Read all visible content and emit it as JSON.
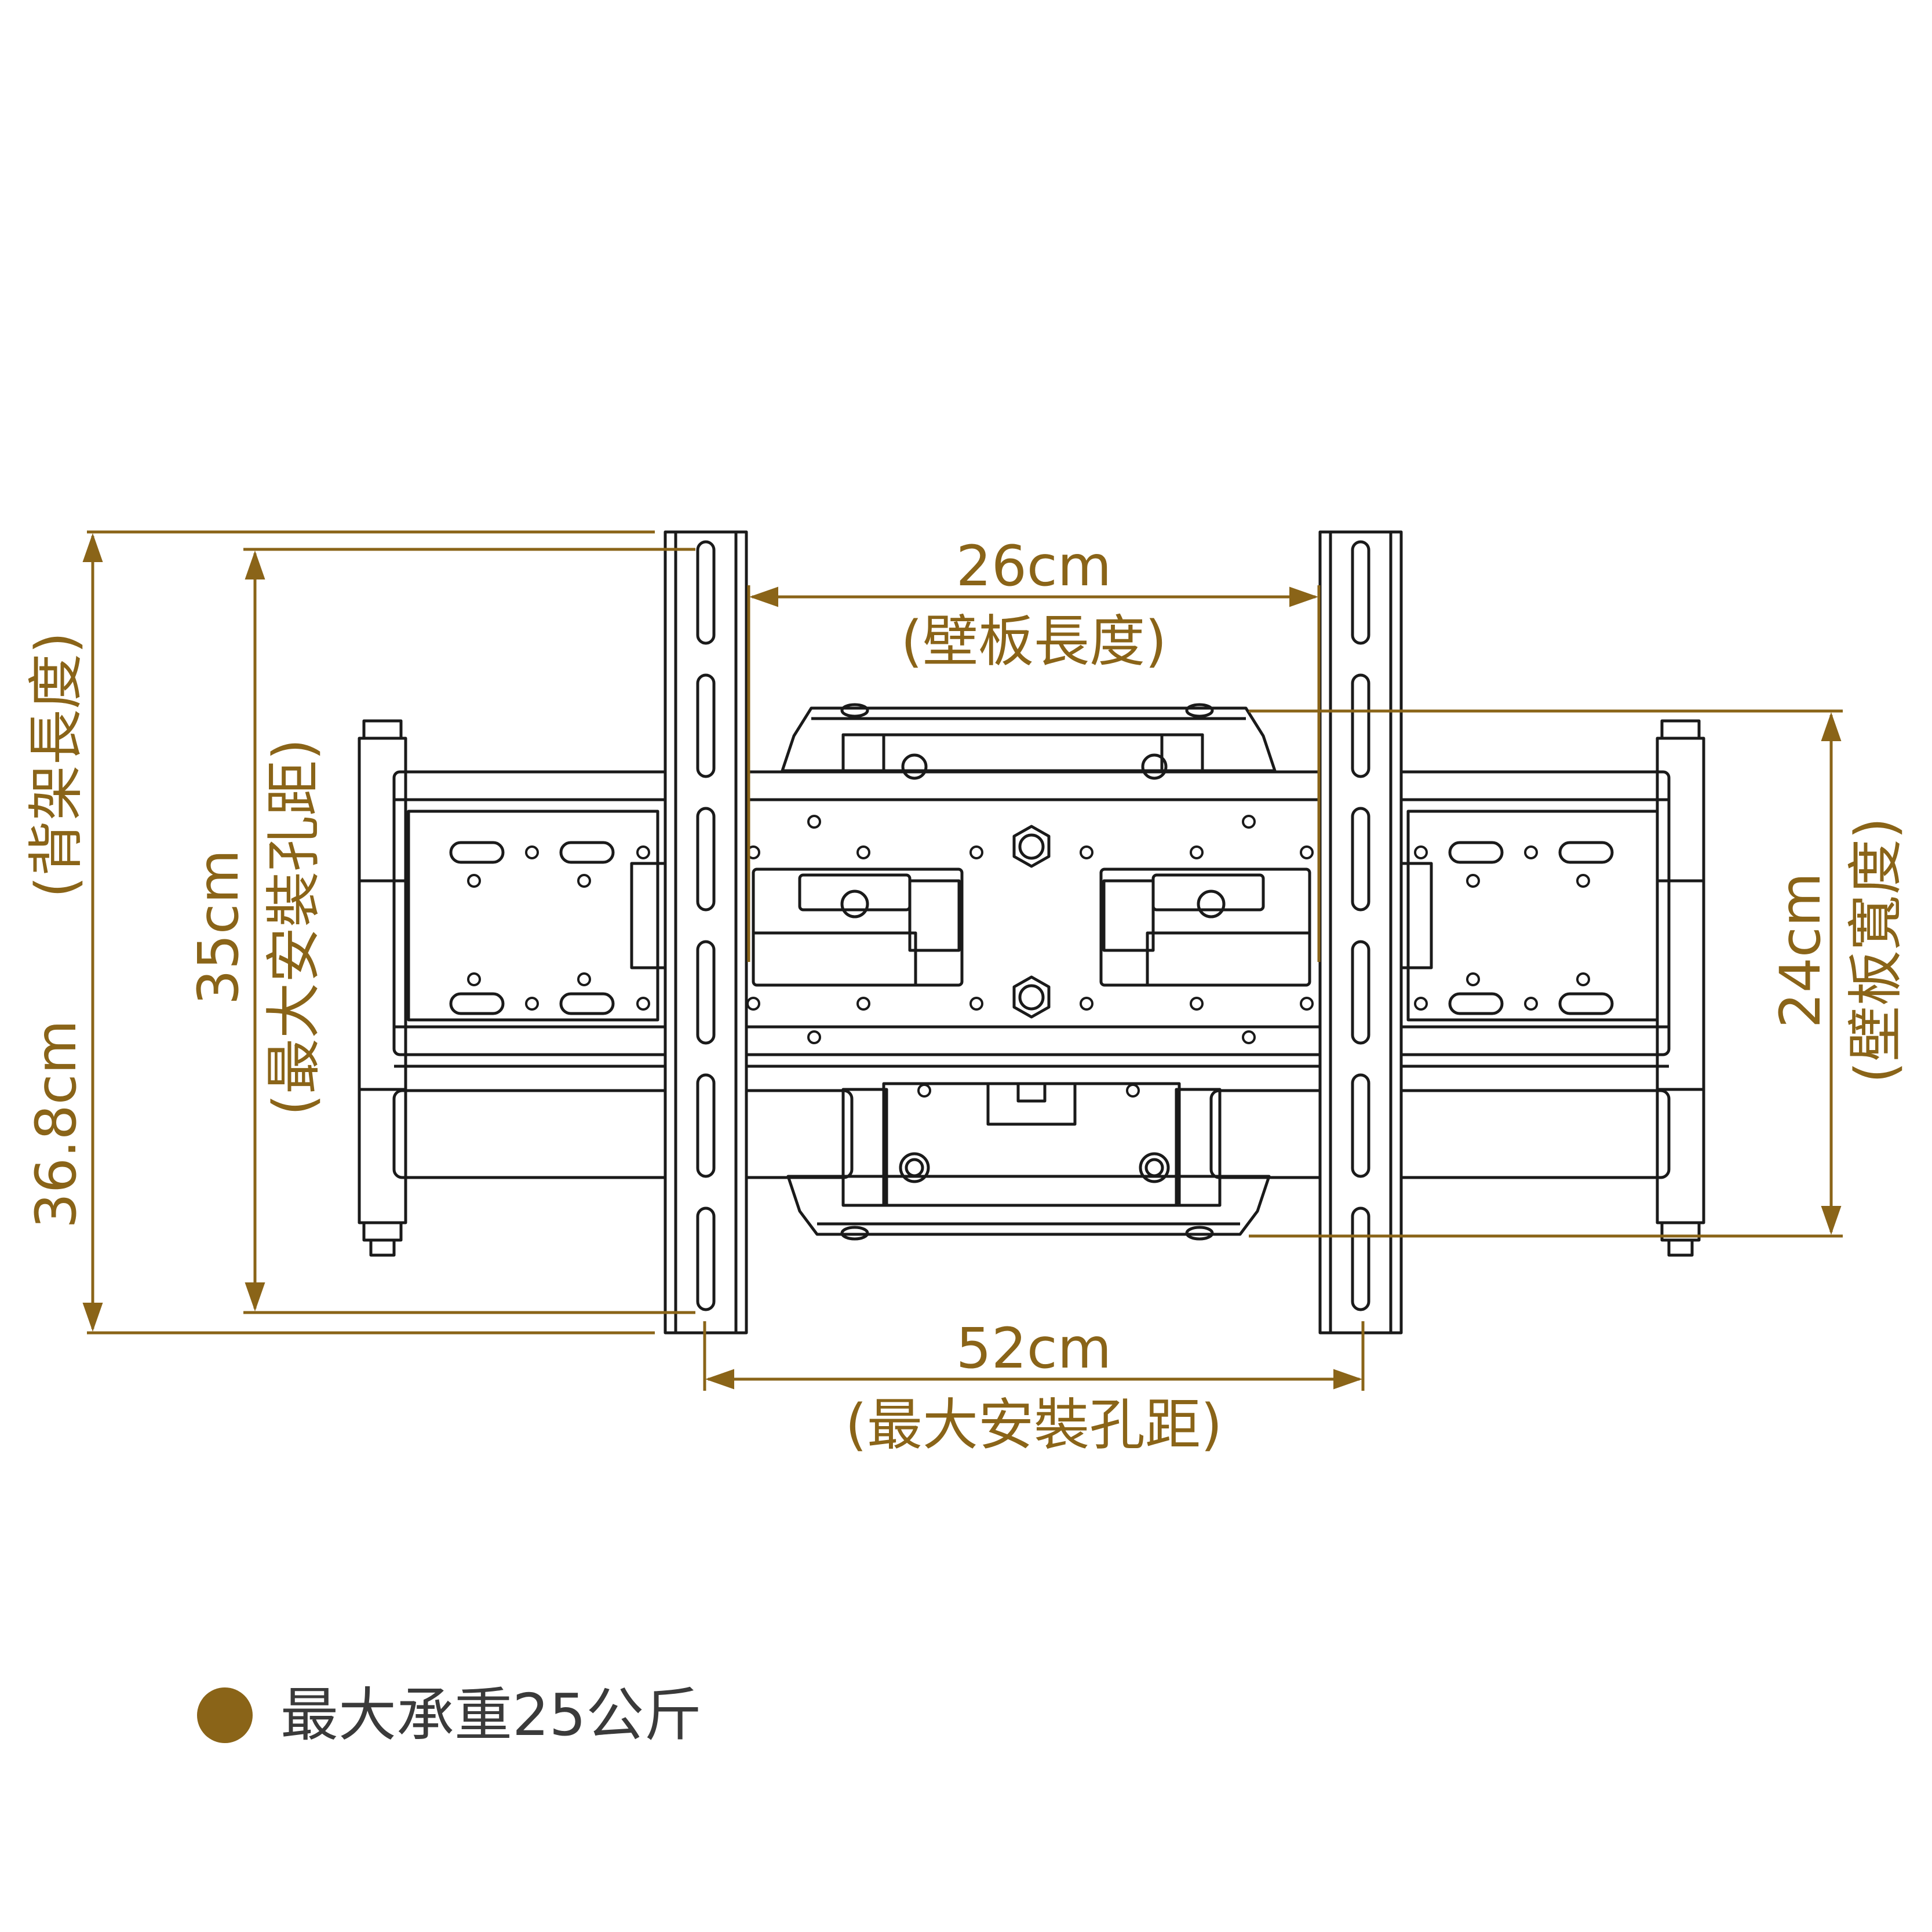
{
  "colors": {
    "dimension": "#8a6418",
    "drawing": "#1a1a1a",
    "background": "#ffffff"
  },
  "dimensions": {
    "wall_plate_length": {
      "value": "26cm",
      "label": "(壁板長度)"
    },
    "max_mount_hole_width": {
      "value": "52cm",
      "label": "(最大安裝孔距)"
    },
    "back_frame_length": {
      "value": "36.8cm",
      "label": "(背架長度)"
    },
    "max_mount_hole_height": {
      "value": "35cm",
      "label": "(最大安裝孔距)"
    },
    "wall_plate_width": {
      "value": "24cm",
      "label": "(壁板寬度)"
    }
  },
  "note": {
    "bullet_icon": "filled-circle-icon",
    "text": "最大承重25公斤"
  }
}
